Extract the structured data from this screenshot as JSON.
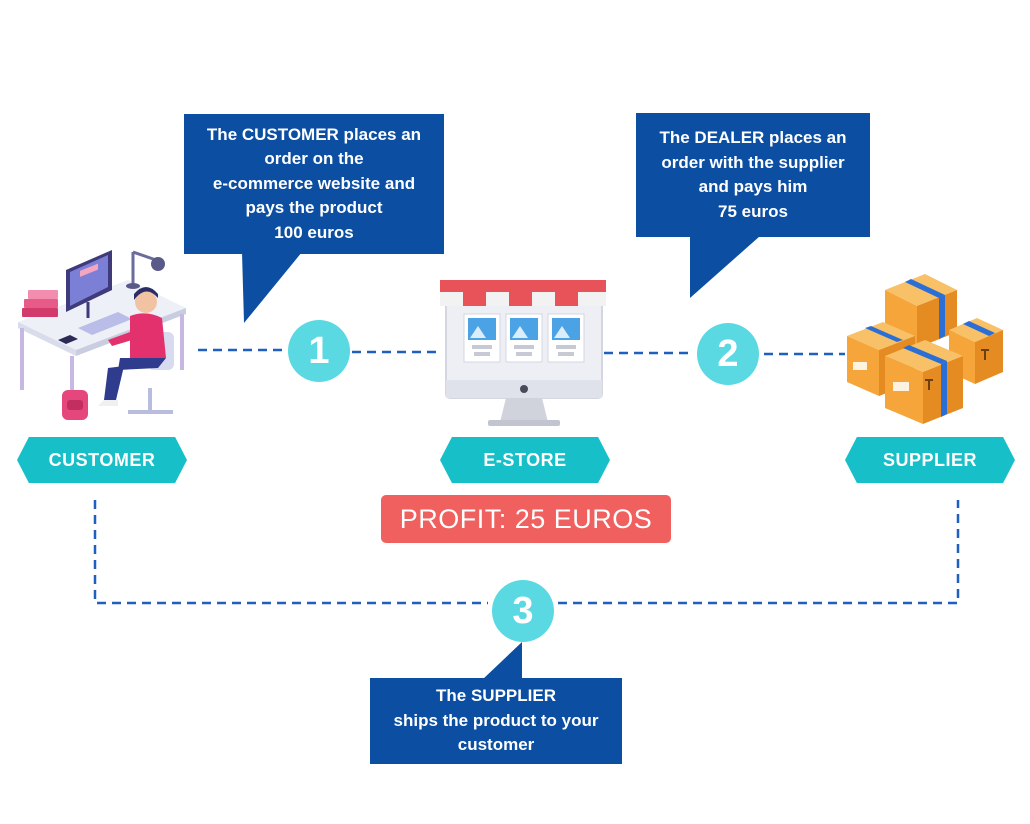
{
  "steps": [
    {
      "number": "1",
      "lines": [
        "The CUSTOMER places an",
        "order on the",
        "e-commerce website and",
        "pays the product",
        "100 euros"
      ]
    },
    {
      "number": "2",
      "lines": [
        "The DEALER places an",
        "order with the supplier",
        "and pays him",
        "75 euros"
      ]
    },
    {
      "number": "3",
      "lines": [
        "The SUPPLIER",
        "ships the product to your",
        "customer"
      ]
    }
  ],
  "actors": {
    "customer": "CUSTOMER",
    "estore": "E-STORE",
    "supplier": "SUPPLIER"
  },
  "profit": "PROFIT: 25 EUROS",
  "colors": {
    "bubble": "#0b4ea2",
    "circle": "#5ad9e3",
    "badge": "#17c0c9",
    "profit": "#f0605e",
    "dashed_line": "#1f5fbf",
    "awning": "#e8535a",
    "box": "#f5a53a"
  },
  "icons": [
    "customer-desk-illustration-icon",
    "estore-monitor-icon",
    "supplier-boxes-icon"
  ]
}
